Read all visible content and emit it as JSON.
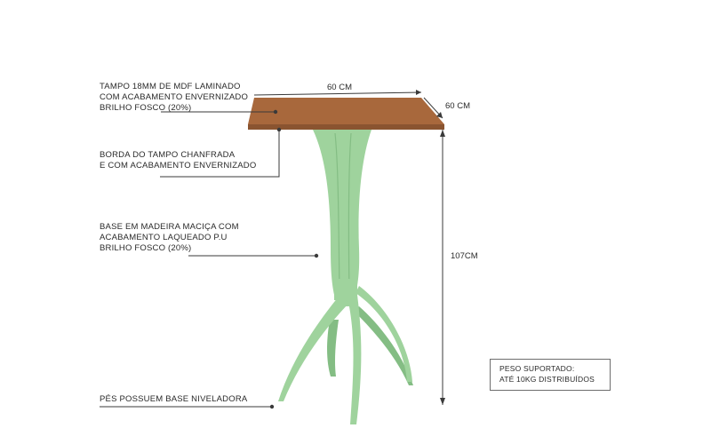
{
  "annotations": {
    "tampo": [
      "TAMPO 18MM DE MDF LAMINADO",
      "COM ACABAMENTO  ENVERNIZADO",
      "BRILHO FOSCO (20%)"
    ],
    "borda": [
      "BORDA DO TAMPO CHANFRADA",
      "E COM ACABAMENTO ENVERNIZADO"
    ],
    "base": [
      "BASE EM MADEIRA MACIÇA COM",
      "ACABAMENTO LAQUEADO P.U",
      "BRILHO FOSCO (20%)"
    ],
    "pes": "PÉS POSSUEM BASE NIVELADORA"
  },
  "dimensions": {
    "width": "60 CM",
    "depth": "60 CM",
    "height": "107CM"
  },
  "weight_box": {
    "line1": "PESO SUPORTADO:",
    "line2": "ATÉ 10KG DISTRIBUÍDOS"
  },
  "colors": {
    "tabletop": "#a8683c",
    "tabletop_edge": "#8a5430",
    "base": "#9fd39d",
    "base_shadow": "#84bd84",
    "line": "#3a3a3a"
  }
}
